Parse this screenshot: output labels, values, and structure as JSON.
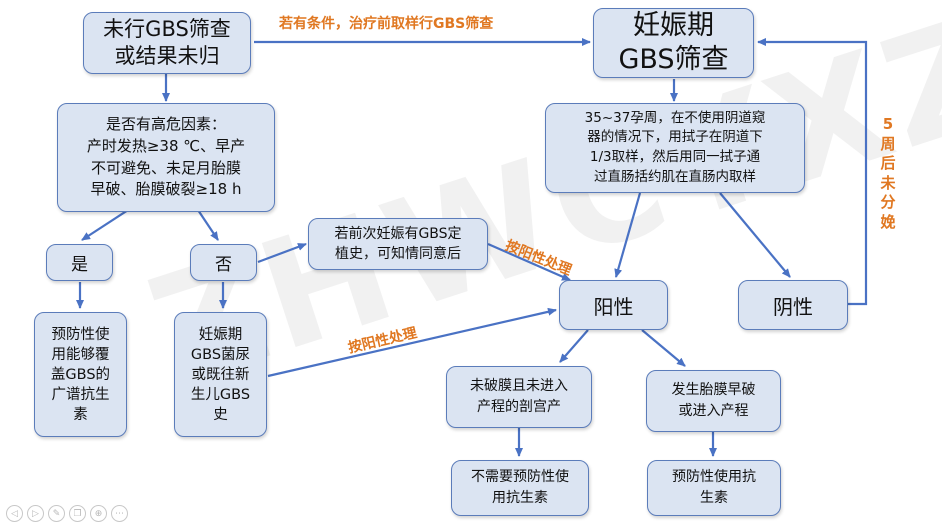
{
  "watermark": "ZHWCYXZZ",
  "nodes": {
    "untested": "未行GBS筛查\n或结果未归",
    "screening": "妊娠期\nGBS筛查",
    "risk_factors": "是否有高危因素：\n产时发热≥38 ℃、早产\n不可避免、未足月胎膜\n早破、胎膜破裂≥18 h",
    "sampling_method": "35~37孕周，在不使用阴道窥\n器的情况下，用拭子在阴道下\n1/3取样，然后用同一拭子通\n过直肠括约肌在直肠内取样",
    "yes": "是",
    "no": "否",
    "prior_gbs_history": "若前次妊娠有GBS定\n植史，可知情同意后",
    "positive": "阳性",
    "negative": "阴性",
    "broad_spectrum": "预防性使\n用能够覆\n盖GBS的\n广谱抗生\n素",
    "bacteriuria_history": "妊娠期\nGBS菌尿\n或既往新\n生儿GBS\n史",
    "no_rupture_cesarean": "未破膜且未进入\n产程的剖宫产",
    "rupture_or_labor": "发生胎膜早破\n或进入产程",
    "no_prophylaxis": "不需要预防性使\n用抗生素",
    "prophylaxis": "预防性使用抗\n生素"
  },
  "labels": {
    "conditional_sampling": "若有条件，治疗前取样行GBS筛查",
    "treat_as_positive_1": "按阳性处理",
    "treat_as_positive_2": "按阳性处理",
    "rescreen": "5\n周\n后\n未\n分\n娩"
  },
  "controls": [
    "back-icon",
    "forward-icon",
    "pen-icon",
    "copy-icon",
    "zoom-icon",
    "more-icon"
  ],
  "colors": {
    "box_fill": "#dbe4f2",
    "box_border": "#5b7cba",
    "arrow": "#4a72c4",
    "label_orange": "#e07822"
  }
}
